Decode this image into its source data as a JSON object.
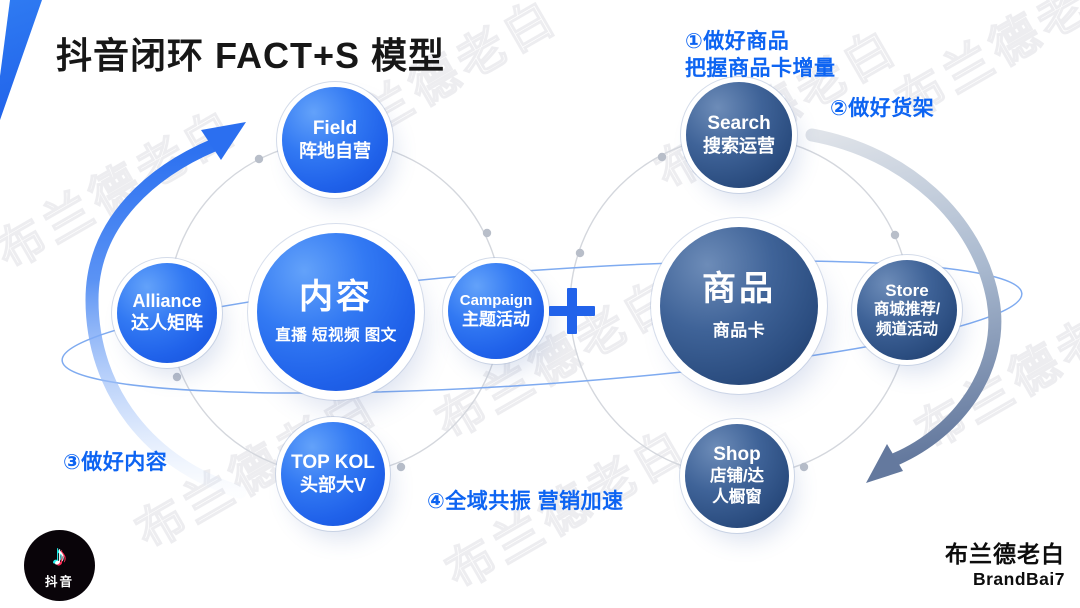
{
  "title": "抖音闭环 FACT+S 模型",
  "steps": {
    "s1a": "①做好商品",
    "s1b": "把握商品卡增量",
    "s2": "②做好货架",
    "s3": "③做好内容",
    "s4": "④全域共振 营销加速"
  },
  "circles": {
    "field": {
      "line1": "Field",
      "line2": "阵地自营"
    },
    "search": {
      "line1": "Search",
      "line2": "搜索运营"
    },
    "alliance": {
      "line1": "Alliance",
      "line2": "达人矩阵"
    },
    "content": {
      "line1": "内容",
      "line2": "直播 短视频 图文"
    },
    "campaign": {
      "line1": "Campaign",
      "line2": "主题活动"
    },
    "goods": {
      "line1": "商品",
      "line2": "商品卡"
    },
    "store": {
      "line1": "Store",
      "line2": "商城推荐/",
      "line3": "频道活动"
    },
    "topkol": {
      "line1": "TOP KOL",
      "line2": "头部大V"
    },
    "shop": {
      "line1": "Shop",
      "line2": "店铺/达",
      "line3": "人橱窗"
    }
  },
  "footer": {
    "douyin_icon": "♪",
    "douyin_label": "抖音",
    "brand_zh": "布兰德老白",
    "brand_en": "BrandBai7"
  },
  "watermark": "布兰德老白",
  "colors": {
    "bright_blue": "#2767ee",
    "navy_blue": "#2c5188",
    "accent_text": "#0d64f2",
    "ribbon_blue": "#2468ee"
  }
}
